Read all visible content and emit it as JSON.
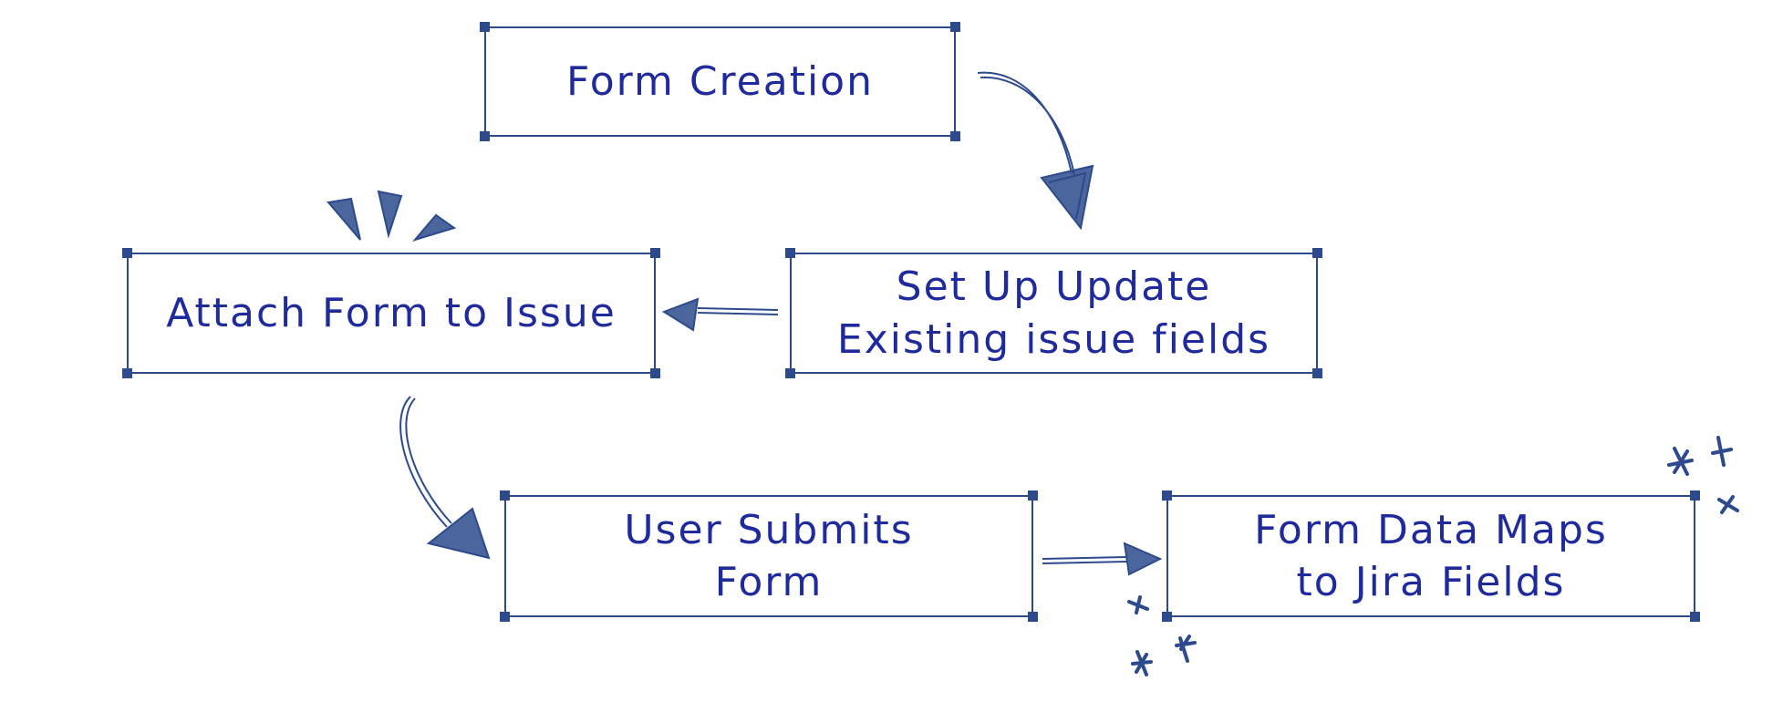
{
  "colors": {
    "stroke": "#2c4a8c",
    "text": "#1f2a9c",
    "background": "#ffffff"
  },
  "boxes": {
    "form_creation": {
      "text": "Form Creation"
    },
    "set_up_update": {
      "line1": "Set Up Update",
      "line2": "Existing issue fields"
    },
    "attach_form": {
      "text": "Attach Form to Issue"
    },
    "user_submits": {
      "line1": "User Submits",
      "line2": "Form"
    },
    "form_data_maps": {
      "line1": "Form Data Maps",
      "line2": "to Jira Fields"
    }
  },
  "arrows": [
    {
      "from": "form_creation",
      "to": "set_up_update"
    },
    {
      "from": "set_up_update",
      "to": "attach_form"
    },
    {
      "from": "attach_form",
      "to": "user_submits"
    },
    {
      "from": "user_submits",
      "to": "form_data_maps"
    }
  ],
  "decorations": [
    "sparkle-triangles",
    "asterisk-marks"
  ]
}
